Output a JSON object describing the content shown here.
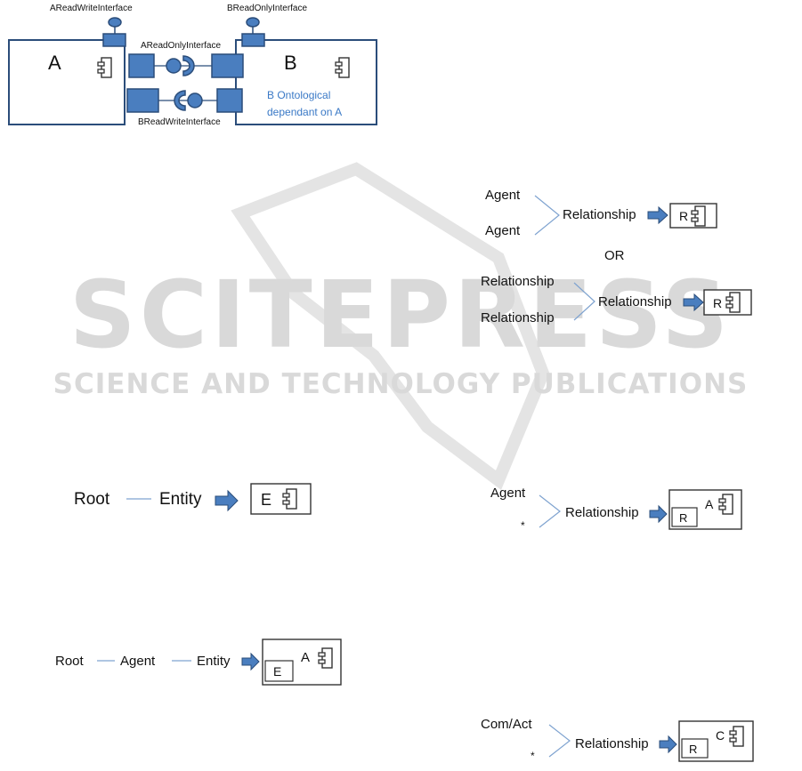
{
  "top_diagram": {
    "component_a": "A",
    "component_b": "B",
    "a_readwrite_interface": "AReadWriteInterface",
    "b_readonly_interface": "BReadOnlyInterface",
    "a_readonly_interface": "AReadOnlyInterface",
    "b_readwrite_interface": "BReadWriteInterface",
    "note_line1": "B Ontological",
    "note_line2": "dependant on A"
  },
  "watermark": {
    "main": "SCITEPRESS",
    "sub": "SCIENCE AND TECHNOLOGY PUBLICATIONS"
  },
  "rule_agent_agent": {
    "input1": "Agent",
    "input2": "Agent",
    "output": "Relationship",
    "result_box": "R"
  },
  "separator_or": "OR",
  "rule_rel_rel": {
    "input1": "Relationship",
    "input2": "Relationship",
    "output": "Relationship",
    "result_box": "R"
  },
  "rule_root_entity": {
    "node1": "Root",
    "node2": "Entity",
    "result_box": "E"
  },
  "rule_agent_star": {
    "input1": "Agent",
    "input2": "*",
    "output": "Relationship",
    "outer_box": "A",
    "inner_box": "R"
  },
  "rule_root_agent_entity": {
    "node1": "Root",
    "node2": "Agent",
    "node3": "Entity",
    "outer_box": "A",
    "inner_box": "E"
  },
  "rule_comact_star": {
    "input1": "Com/Act",
    "input2": "*",
    "output": "Relationship",
    "outer_box": "C",
    "inner_box": "R"
  }
}
